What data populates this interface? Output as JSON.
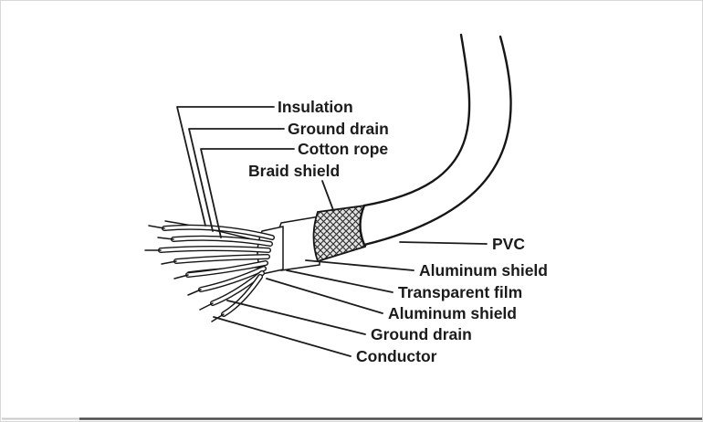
{
  "figure": {
    "type": "technical-diagram",
    "subject": "cable-construction-cutaway"
  },
  "colors": {
    "background": "#ffffff",
    "line": "#1b1b1b",
    "frame_border": "#d8d8d8",
    "bottom_edge": "#4a4a4a"
  },
  "labels": {
    "top": [
      {
        "id": "insulation",
        "text": "Insulation"
      },
      {
        "id": "ground_drain_top",
        "text": "Ground drain"
      },
      {
        "id": "cotton_rope",
        "text": "Cotton rope"
      },
      {
        "id": "braid_shield",
        "text": "Braid shield"
      }
    ],
    "right": [
      {
        "id": "pvc",
        "text": "PVC"
      },
      {
        "id": "aluminum_shield_outer",
        "text": "Aluminum shield"
      },
      {
        "id": "transparent_film",
        "text": "Transparent film"
      },
      {
        "id": "aluminum_shield_inner",
        "text": "Aluminum shield"
      },
      {
        "id": "ground_drain_bottom",
        "text": "Ground drain"
      },
      {
        "id": "conductor",
        "text": "Conductor"
      }
    ]
  }
}
